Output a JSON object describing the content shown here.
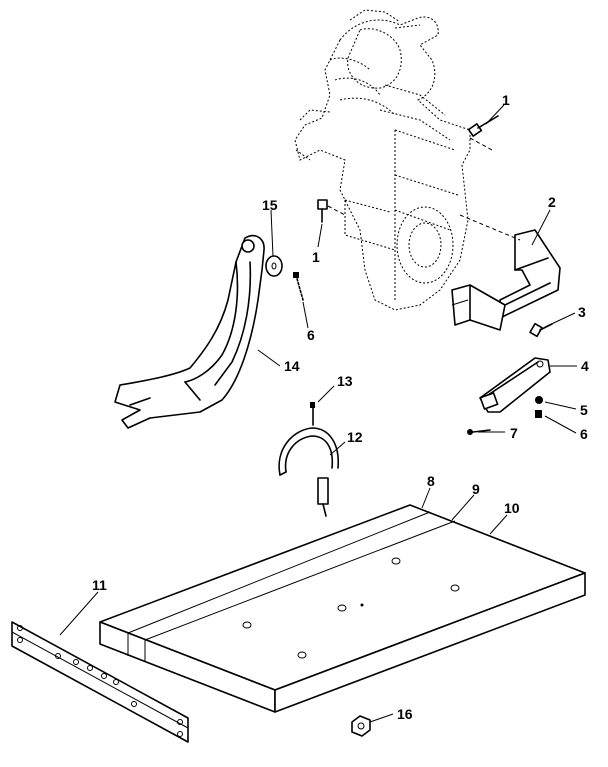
{
  "callouts": {
    "c1a": "1",
    "c1b": "1",
    "c2": "2",
    "c3": "3",
    "c4": "4",
    "c5": "5",
    "c6a": "6",
    "c6b": "6",
    "c7": "7",
    "c8": "8",
    "c9": "9",
    "c10": "10",
    "c11": "11",
    "c12": "12",
    "c13": "13",
    "c14": "14",
    "c15": "15",
    "c16": "16"
  }
}
